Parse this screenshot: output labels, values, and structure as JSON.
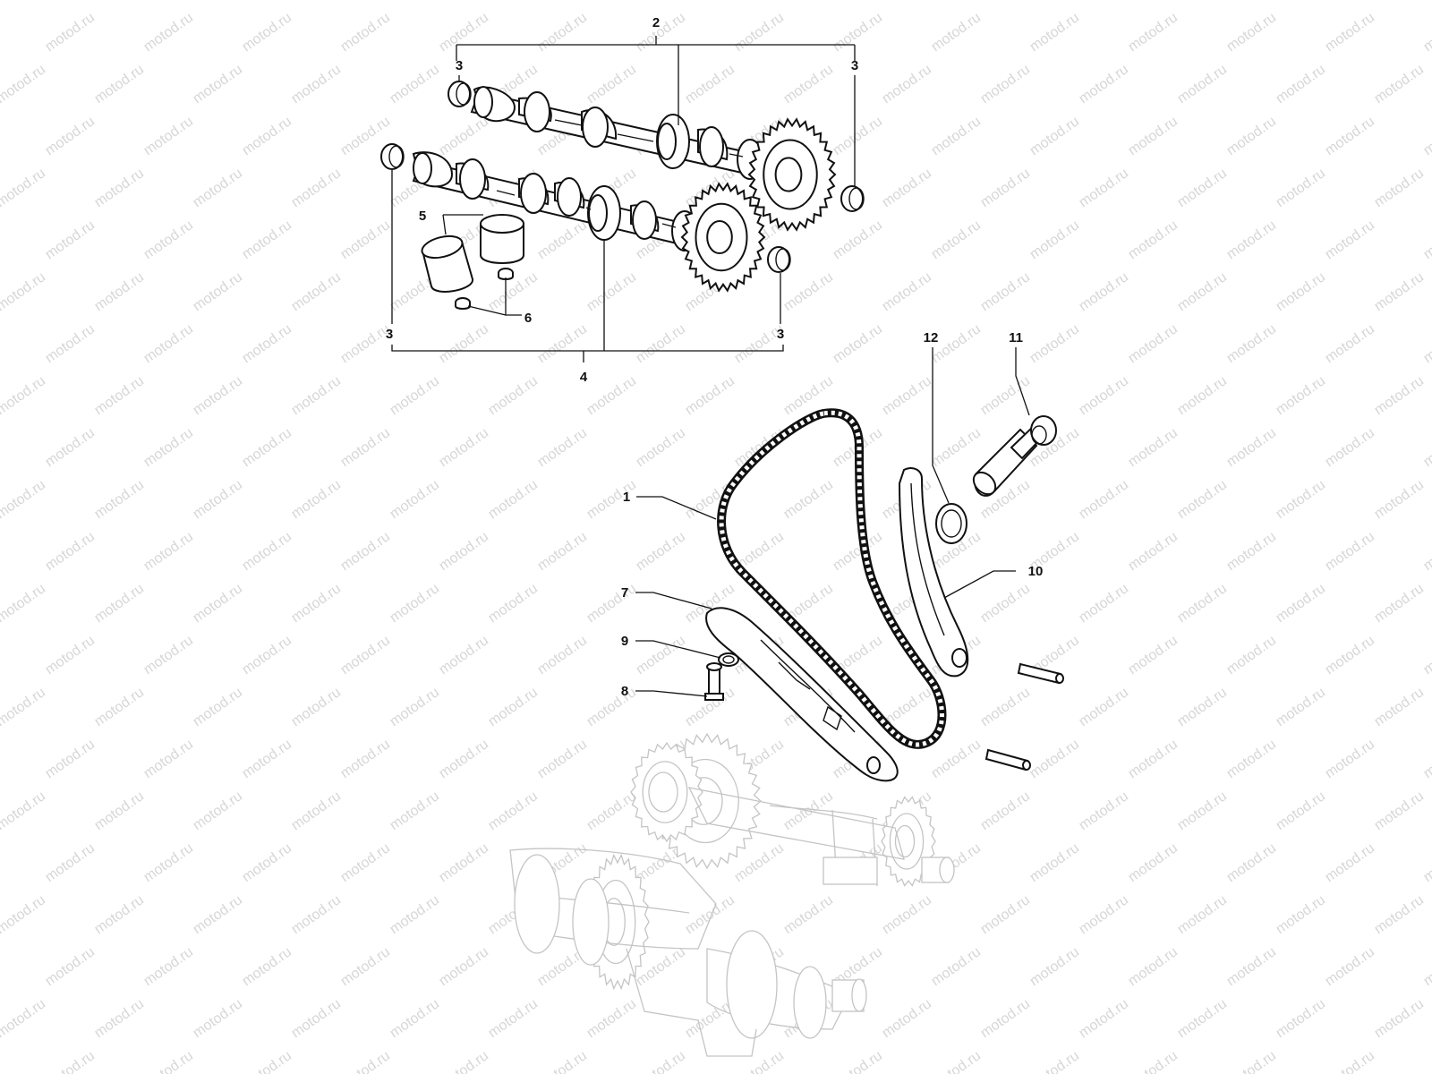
{
  "watermark": {
    "text": "motod.ru",
    "color": "#d7d7d7"
  },
  "callouts": {
    "c1": "1",
    "c2": "2",
    "c3a": "3",
    "c3b": "3",
    "c3c": "3",
    "c3d": "3",
    "c4": "4",
    "c5": "5",
    "c6": "6",
    "c7": "7",
    "c8": "8",
    "c9": "9",
    "c10": "10",
    "c11": "11",
    "c12": "12"
  },
  "colors": {
    "ink": "#111111",
    "ghost": "#c4c4c4",
    "background": "#ffffff"
  }
}
